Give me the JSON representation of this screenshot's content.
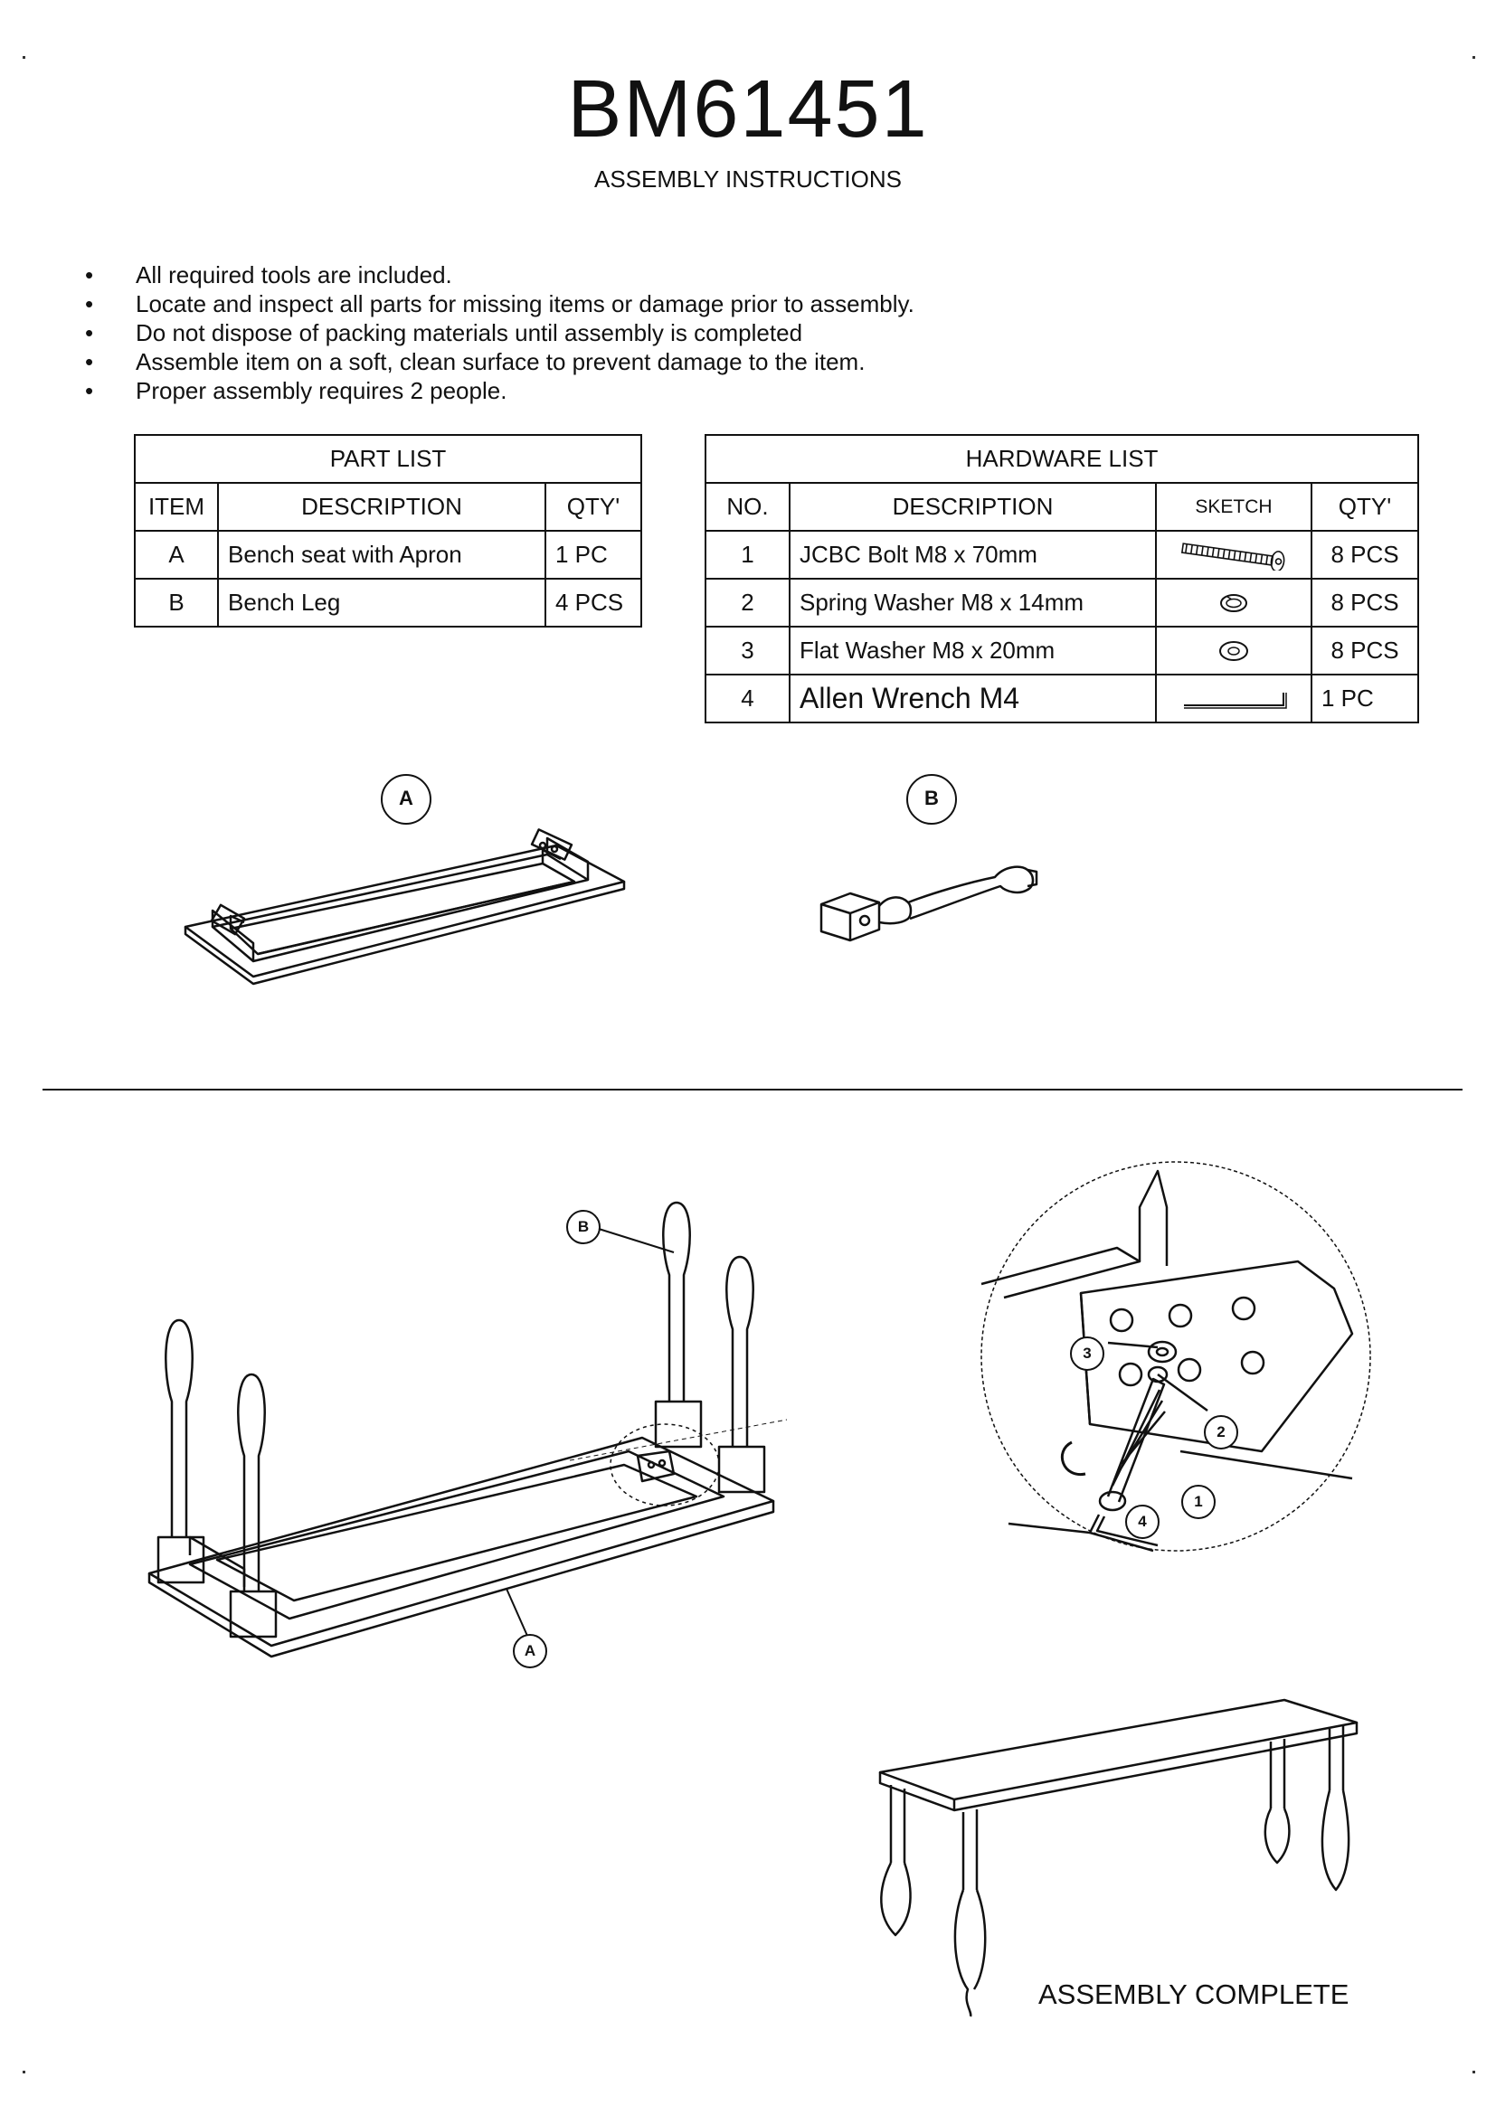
{
  "header": {
    "model": "BM61451",
    "subtitle": "ASSEMBLY INSTRUCTIONS"
  },
  "notes": [
    "All required tools are included.",
    "Locate and inspect all parts for missing items or damage prior to assembly.",
    "Do not dispose of packing materials until assembly is completed",
    "Assemble item on a soft, clean surface to prevent damage to the item.",
    "Proper assembly requires 2 people."
  ],
  "part_list": {
    "title": "PART LIST",
    "headers": [
      "ITEM",
      "DESCRIPTION",
      "QTY'"
    ],
    "rows": [
      {
        "item": "A",
        "description": "Bench seat with Apron",
        "qty": "1 PC"
      },
      {
        "item": "B",
        "description": "Bench Leg",
        "qty": "4 PCS"
      }
    ]
  },
  "hardware_list": {
    "title": "HARDWARE LIST",
    "headers": [
      "NO.",
      "DESCRIPTION",
      "SKETCH",
      "QTY'"
    ],
    "rows": [
      {
        "no": "1",
        "description": "JCBC Bolt M8 x 70mm",
        "sketch": "bolt-icon",
        "qty": "8 PCS"
      },
      {
        "no": "2",
        "description": "Spring Washer M8 x 14mm",
        "sketch": "spring-washer-icon",
        "qty": "8 PCS"
      },
      {
        "no": "3",
        "description": "Flat Washer M8 x 20mm",
        "sketch": "flat-washer-icon",
        "qty": "8 PCS"
      },
      {
        "no": "4",
        "description": "Allen Wrench M4",
        "sketch": "allen-wrench-icon",
        "qty": "1 PC"
      }
    ]
  },
  "part_labels": {
    "a": "A",
    "b": "B"
  },
  "assembly_callouts": {
    "leg": "B",
    "seat": "A"
  },
  "detail_callouts": {
    "c1": "1",
    "c2": "2",
    "c3": "3",
    "c4": "4"
  },
  "footer": {
    "complete": "ASSEMBLY COMPLETE"
  }
}
